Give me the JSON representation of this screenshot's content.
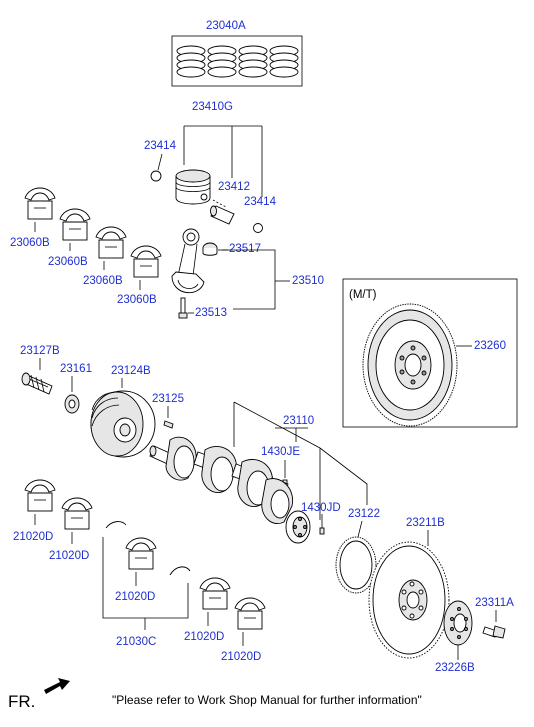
{
  "labels": {
    "rings": "23040A",
    "piston_group": "23410G",
    "snap_ring_left": "23414",
    "piston_pin": "23412",
    "snap_ring_right": "23414",
    "conrod_bearing": "23517",
    "conrod_assy": "23510",
    "conrod_bolt": "23513",
    "bearing_a": "23060B",
    "bearing_b": "23060B",
    "bearing_c": "23060B",
    "bearing_d": "23060B",
    "bolt": "23127B",
    "washer": "23161",
    "pulley": "23124B",
    "key": "23125",
    "crankshaft": "23110",
    "plug_je": "1430JE",
    "plug_jd": "1430JD",
    "ring_gear": "23122",
    "flexplate": "23211B",
    "flex_bolt": "23311A",
    "adapter_plate": "23226B",
    "mt_tag": "(M/T)",
    "flywheel": "23260",
    "main_brg_1": "21020D",
    "main_brg_2": "21020D",
    "main_brg_3": "21020D",
    "main_brg_4": "21020D",
    "main_brg_5": "21020D",
    "thrust_washer": "21030C"
  },
  "footer": {
    "fr": "FR.",
    "note": "\"Please refer to Work Shop Manual for further information\""
  }
}
